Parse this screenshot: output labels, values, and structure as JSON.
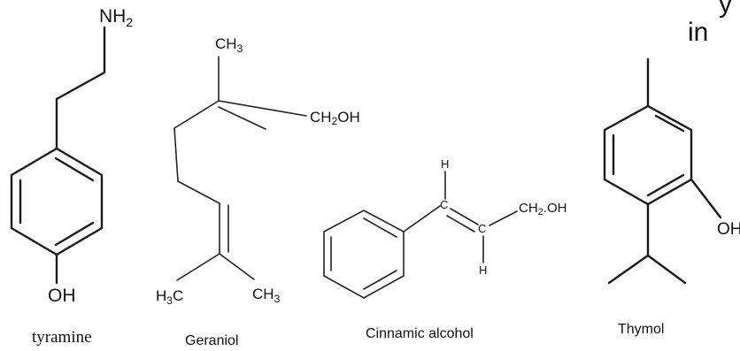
{
  "header": {
    "fragment_top": "y",
    "fragment_second": "in"
  },
  "molecules": {
    "tyramine": {
      "name": "tyramine",
      "amine": "NH",
      "amine_sub": "2",
      "hydroxyl": "OH"
    },
    "geraniol": {
      "name": "Geraniol",
      "top_methyl": "CH",
      "top_methyl_sub": "3",
      "alcohol": "CH",
      "alcohol_sub": "2",
      "alcohol_tail": "OH",
      "left_methyl_head": "H",
      "left_methyl_sub": "3",
      "left_methyl_tail": "C",
      "right_methyl": "CH",
      "right_methyl_sub": "3"
    },
    "cinnamic_alcohol": {
      "name": "Cinnamic alcohol",
      "h_top": "H",
      "c_upper": "C",
      "c_lower": "C",
      "h_bottom": "H",
      "alcohol": "CH",
      "alcohol_sub": "2",
      "alcohol_tail": ".OH"
    },
    "thymol": {
      "name": "Thymol",
      "hydroxyl": "OH"
    }
  }
}
